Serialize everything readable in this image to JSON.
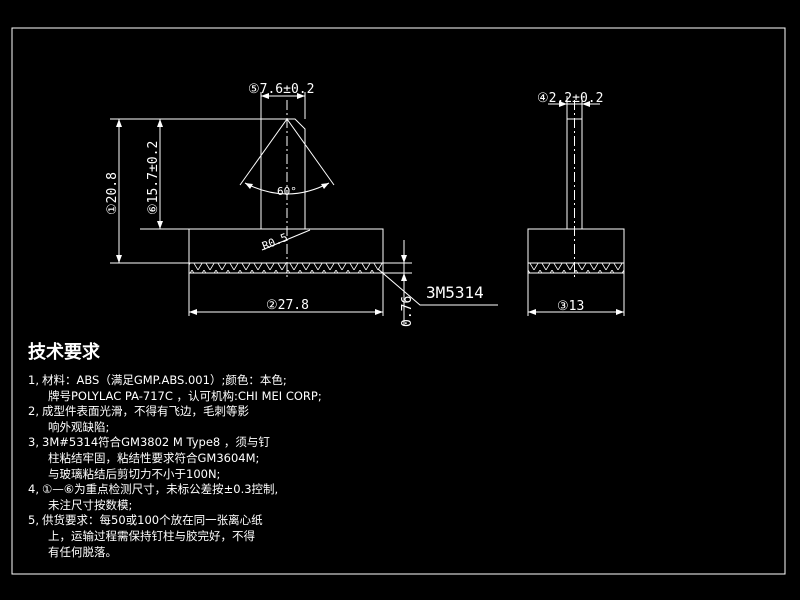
{
  "drawing": {
    "front_view": {
      "dim_top": "⑤7.6±0.2",
      "dim_left_outer": "①20.8",
      "dim_left_inner": "⑥15.7±0.2",
      "angle": "60°",
      "radius": "R0.5",
      "dim_bottom": "②27.8",
      "dim_tape_thickness": "0.76",
      "tape_label": "3M5314"
    },
    "side_view": {
      "dim_top": "④2.2±0.2",
      "dim_bottom": "③13"
    }
  },
  "notes": {
    "title": "技术要求",
    "items": [
      {
        "num": "1,",
        "lines": [
          "材料：ABS（满足GMP.ABS.001）;颜色：本色;",
          "牌号POLYLAC PA-717C ，认可机构:CHI MEI CORP;"
        ]
      },
      {
        "num": "2,",
        "lines": [
          "成型件表面光滑，不得有飞边，毛刺等影",
          "响外观缺陷;"
        ]
      },
      {
        "num": "3,",
        "lines": [
          "3M#5314符合GM3802 M Type8 ，须与钉",
          "柱粘结牢固，粘结性要求符合GM3604M;",
          "与玻璃粘结后剪切力不小于100N;"
        ]
      },
      {
        "num": "4,",
        "lines": [
          "①—⑥为重点检测尺寸，未标公差按±0.3控制,",
          "未注尺寸按数模;"
        ]
      },
      {
        "num": "5,",
        "lines": [
          "供货要求：每50或100个放在同一张离心纸",
          "上，运输过程需保持钉柱与胶完好，不得",
          "有任何脱落。"
        ]
      }
    ]
  }
}
